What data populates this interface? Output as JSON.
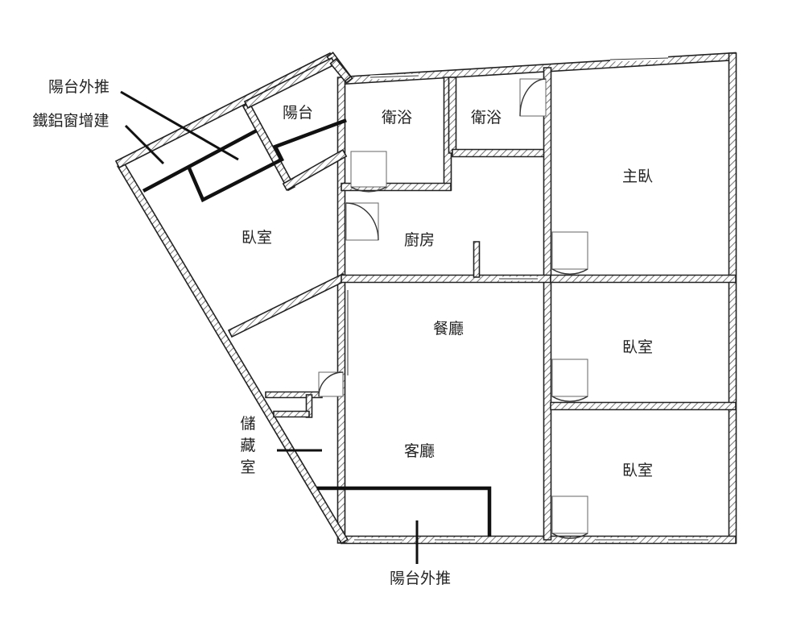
{
  "colors": {
    "background": "#ffffff",
    "wall": "#222222",
    "hatch": "#555555",
    "text": "#222222"
  },
  "rooms": {
    "balcony": "陽台",
    "bath_1": "衛浴",
    "bath_2": "衛浴",
    "master_bedroom": "主臥",
    "bedroom_left": "臥室",
    "kitchen": "廚房",
    "dining": "餐廳",
    "bedroom_right_middle": "臥室",
    "living": "客廳",
    "bedroom_right_bottom": "臥室"
  },
  "storage": {
    "char_1": "儲",
    "char_2": "藏",
    "char_3": "室"
  },
  "callouts": {
    "balcony_extension_top": "陽台外推",
    "aluminum_window_addition": "鐵鋁窗增建",
    "balcony_extension_bottom": "陽台外推"
  }
}
